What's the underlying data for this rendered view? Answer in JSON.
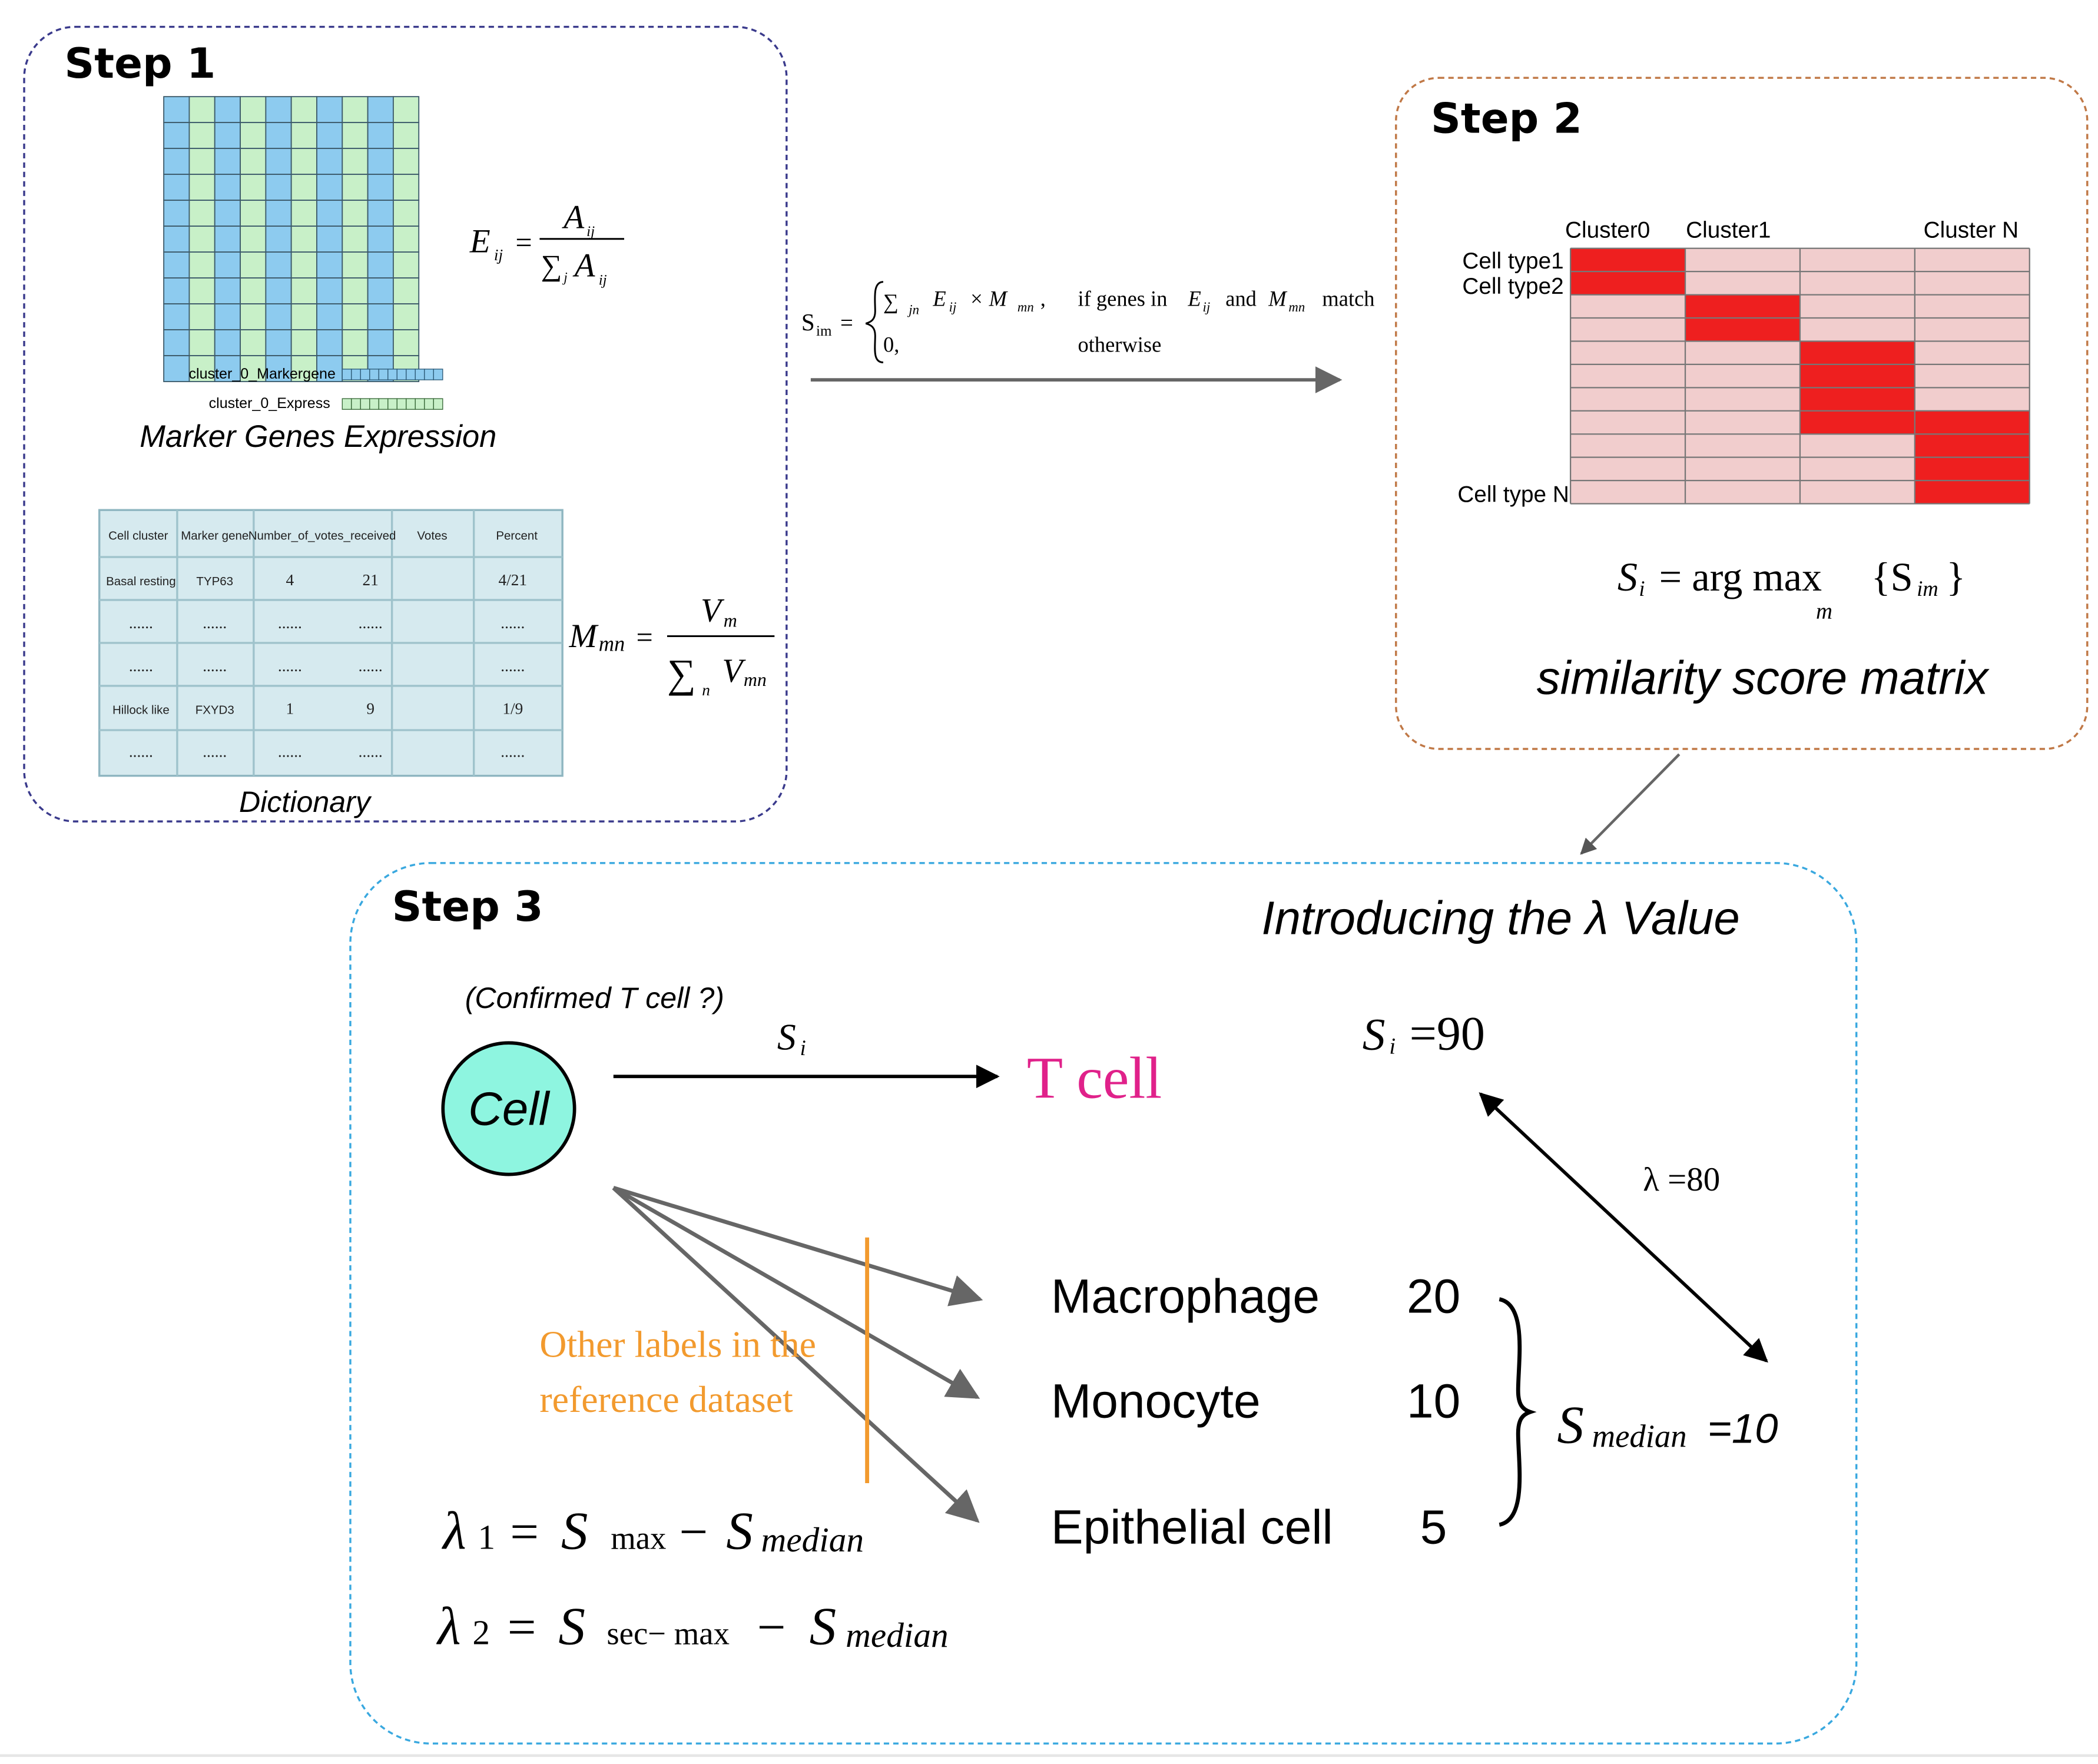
{
  "step1": {
    "title": "Step 1",
    "formula_e": {
      "lhs": "E",
      "lhs_sub": "ij",
      "num": "A",
      "num_sub": "ij",
      "den_sum": "∑",
      "den_sum_sub": "j",
      "den": "A",
      "den_sub": "ij"
    },
    "legend_marker": "cluster_0_Markergene",
    "legend_express": "cluster_0_Express",
    "caption_expression": "Marker Genes Expression",
    "caption_dictionary": "Dictionary",
    "formula_m": {
      "lhs": "M",
      "lhs_sub": "mn",
      "num": "V",
      "num_sub": "m",
      "den_sum": "∑",
      "den_sum_sub": "n",
      "den": "V",
      "den_sub": "mn"
    },
    "table": {
      "headers": [
        "Cell cluster",
        "Marker gene",
        "Number_of_votes_received",
        "Votes",
        "Percent"
      ],
      "rows": [
        [
          "Basal resting",
          "TYP63",
          "4",
          "21",
          "",
          "4/21"
        ],
        [
          "......",
          "......",
          "......",
          "......",
          "",
          "......"
        ],
        [
          "......",
          "......",
          "......",
          "......",
          "",
          "......"
        ],
        [
          "Hillock like",
          "FXYD3",
          "1",
          "9",
          "",
          "1/9"
        ],
        [
          "......",
          "......",
          "......",
          "......",
          "",
          "......"
        ]
      ]
    }
  },
  "transition": {
    "lhs": "S",
    "lhs_sub": "im",
    "case1_sum": "∑",
    "case1_sum_sub": "jn",
    "case1_expr": "E",
    "case1_expr_sub": "ij",
    "case1_times": "× M",
    "case1_times_sub": "mn",
    "case1_comma": ",",
    "case1_cond_a": "if genes in",
    "case1_cond_b": "E",
    "case1_cond_b_sub": "ij",
    "case1_cond_c": "and",
    "case1_cond_d": "M",
    "case1_cond_d_sub": "mn",
    "case1_cond_e": "match",
    "case2_expr": "0,",
    "case2_cond": "otherwise"
  },
  "step2": {
    "title": "Step 2",
    "cluster_labels": [
      "Cluster0",
      "Cluster1",
      "Cluster N"
    ],
    "row_labels": [
      "Cell type1",
      "Cell type2",
      "Cell type N"
    ],
    "formula": {
      "lhs": "S",
      "lhs_sub": "i",
      "eq": "= arg max",
      "under": "m",
      "rhs": "{S",
      "rhs_sub": "im",
      "close": "}"
    },
    "caption": "similarity score matrix",
    "colors": {
      "high": "#ee1f1f",
      "low": "#f1cdcd",
      "grid": "#777777"
    }
  },
  "step3": {
    "title": "Step 3",
    "heading": "Introducing the λ Value",
    "question": "(Confirmed T cell ?)",
    "cell_label": "Cell",
    "arrow_label": "S",
    "arrow_label_sub": "i",
    "top_label": "T cell",
    "si_lhs": "S",
    "si_sub": "i",
    "si_value": "=90",
    "lambda_value": "λ =80",
    "other_labels_line1": "Other labels in the",
    "other_labels_line2": "reference dataset",
    "labels": [
      {
        "name": "Macrophage",
        "score": "20"
      },
      {
        "name": "Monocyte",
        "score": "10"
      },
      {
        "name": "Epithelial cell",
        "score": "5"
      }
    ],
    "smedian_s": "S",
    "smedian_sub": "median",
    "smedian_value": "=10",
    "lambda1": {
      "lam": "λ",
      "idx": "1",
      "eq": "=",
      "s1": "S",
      "s1_sub": "max",
      "minus": "−",
      "s2": "S",
      "s2_sub": "median"
    },
    "lambda2": {
      "lam": "λ",
      "idx": "2",
      "eq": "=",
      "s1": "S",
      "s1_sub": "sec− max",
      "minus": "−",
      "s2": "S",
      "s2_sub": "median"
    },
    "colors": {
      "cell_fill": "#8ef5e0",
      "tcell": "#e0218a",
      "orange": "#f29a2e"
    }
  }
}
